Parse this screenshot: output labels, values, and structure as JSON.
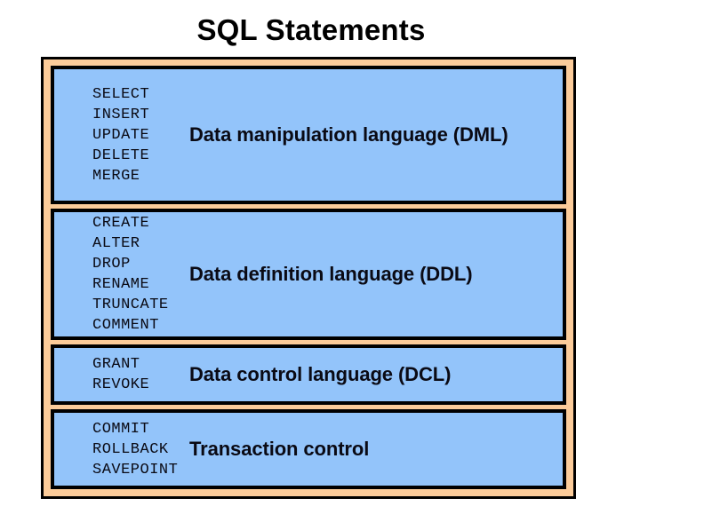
{
  "title": "SQL Statements",
  "colors": {
    "frame_border": "#000000",
    "frame_fill": "#FCCC9A",
    "block_fill": "#93C4FA",
    "block_border": "#000000",
    "text": "#0a0a14",
    "background": "#ffffff"
  },
  "diagram": {
    "type": "grouped-list",
    "blocks": [
      {
        "id": "dml",
        "label": "Data manipulation language (DML)",
        "keywords": [
          "SELECT",
          "INSERT",
          "UPDATE",
          "DELETE",
          "MERGE"
        ]
      },
      {
        "id": "ddl",
        "label": "Data definition language (DDL)",
        "keywords": [
          "CREATE",
          "ALTER",
          "DROP",
          "RENAME",
          "TRUNCATE",
          "COMMENT"
        ]
      },
      {
        "id": "dcl",
        "label": "Data control language (DCL)",
        "keywords": [
          "GRANT",
          "REVOKE"
        ]
      },
      {
        "id": "transaction-control",
        "label": "Transaction control",
        "keywords": [
          "COMMIT",
          "ROLLBACK",
          "SAVEPOINT"
        ]
      }
    ]
  }
}
